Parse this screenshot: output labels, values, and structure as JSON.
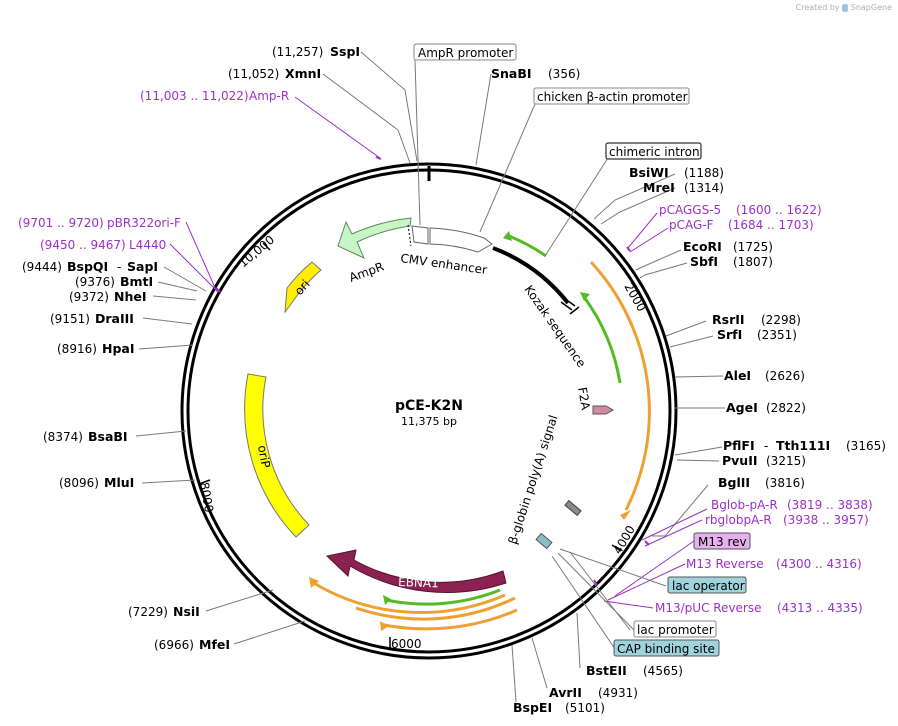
{
  "header": {
    "created_by": "Created by",
    "brand": "SnapGene"
  },
  "plasmid": {
    "name": "pCE-K2N",
    "length": "11,375 bp"
  },
  "ticks": [
    "2000",
    "4000",
    "6000",
    "8000",
    "10,000"
  ],
  "enzymes": {
    "sspi": {
      "name": "SspI",
      "coord": "(11,257)"
    },
    "xmni": {
      "name": "XmnI",
      "coord": "(11,052)"
    },
    "snabi": {
      "name": "SnaBI",
      "coord": "(356)"
    },
    "bsiwi": {
      "name": "BsiWI",
      "coord": "(1188)"
    },
    "mrei": {
      "name": "MreI",
      "coord": "(1314)"
    },
    "ecori": {
      "name": "EcoRI",
      "coord": "(1725)"
    },
    "sbfi": {
      "name": "SbfI",
      "coord": "(1807)"
    },
    "rsrii": {
      "name": "RsrII",
      "coord": "(2298)"
    },
    "srfi": {
      "name": "SrfI",
      "coord": "(2351)"
    },
    "alei": {
      "name": "AleI",
      "coord": "(2626)"
    },
    "agei": {
      "name": "AgeI",
      "coord": "(2822)"
    },
    "pflfi": {
      "name": "PflFI",
      "sep": "-",
      "name2": "Tth111I",
      "coord": "(3165)"
    },
    "pvuii": {
      "name": "PvuII",
      "coord": "(3215)"
    },
    "bglii": {
      "name": "BglII",
      "coord": "(3816)"
    },
    "bsteii": {
      "name": "BstEII",
      "coord": "(4565)"
    },
    "avrii": {
      "name": "AvrII",
      "coord": "(4931)"
    },
    "bspei": {
      "name": "BspEI",
      "coord": "(5101)"
    },
    "mfei": {
      "name": "MfeI",
      "coord": "(6966)"
    },
    "nsii": {
      "name": "NsiI",
      "coord": "(7229)"
    },
    "mlui": {
      "name": "MluI",
      "coord": "(8096)"
    },
    "bsabi": {
      "name": "BsaBI",
      "coord": "(8374)"
    },
    "hpai": {
      "name": "HpaI",
      "coord": "(8916)"
    },
    "draiii": {
      "name": "DraIII",
      "coord": "(9151)"
    },
    "nhei": {
      "name": "NheI",
      "coord": "(9372)"
    },
    "bmti": {
      "name": "BmtI",
      "coord": "(9376)"
    },
    "bspqi": {
      "name": "BspQI",
      "sep": "-",
      "name2": "SapI",
      "coord": "(9444)"
    }
  },
  "primers": {
    "ampr": {
      "name": "Amp-R",
      "coord": "(11,003 .. 11,022)"
    },
    "pbr322": {
      "name": "pBR322ori-F",
      "coord": "(9701 .. 9720)"
    },
    "l4440": {
      "name": "L4440",
      "coord": "(9450 .. 9467)"
    },
    "pcaggs5": {
      "name": "pCAGGS-5",
      "coord": "(1600 .. 1622)"
    },
    "pcagf": {
      "name": "pCAG-F",
      "coord": "(1684 .. 1703)"
    },
    "bglob": {
      "name": "Bglob-pA-R",
      "coord": "(3819 .. 3838)"
    },
    "rbglob": {
      "name": "rbglobpA-R",
      "coord": "(3938 .. 3957)"
    },
    "m13rev_box": {
      "name": "M13 rev"
    },
    "m13reverse": {
      "name": "M13 Reverse",
      "coord": "(4300 .. 4316)"
    },
    "m13puc": {
      "name": "M13/pUC Reverse",
      "coord": "(4313 .. 4335)"
    }
  },
  "boxed": {
    "ampr_promoter": "AmpR promoter",
    "chicken": "chicken β-actin promoter",
    "chimeric": "chimeric intron",
    "lac_operator": "lac operator",
    "lac_promoter": "lac promoter",
    "cap": "CAP binding site"
  },
  "features": {
    "ampr": "AmpR",
    "cmv": "CMV enhancer",
    "kozak": "Kozak sequence",
    "f2a": "F2A",
    "betaglobin": "β-globin poly(A) signal",
    "ori": "ori",
    "orip": "oriP",
    "ebna1": "EBNA1"
  },
  "colors": {
    "ampr": "#c8f5c8",
    "ori": "#ffee00",
    "orip": "#ffff00",
    "ebna1": "#8b2252",
    "orange": "#f0a030",
    "green": "#55bb22",
    "primer": "#9b30c9",
    "lac_operator_box": "#9fd4dc",
    "m13_box": "#e8b0f0"
  }
}
